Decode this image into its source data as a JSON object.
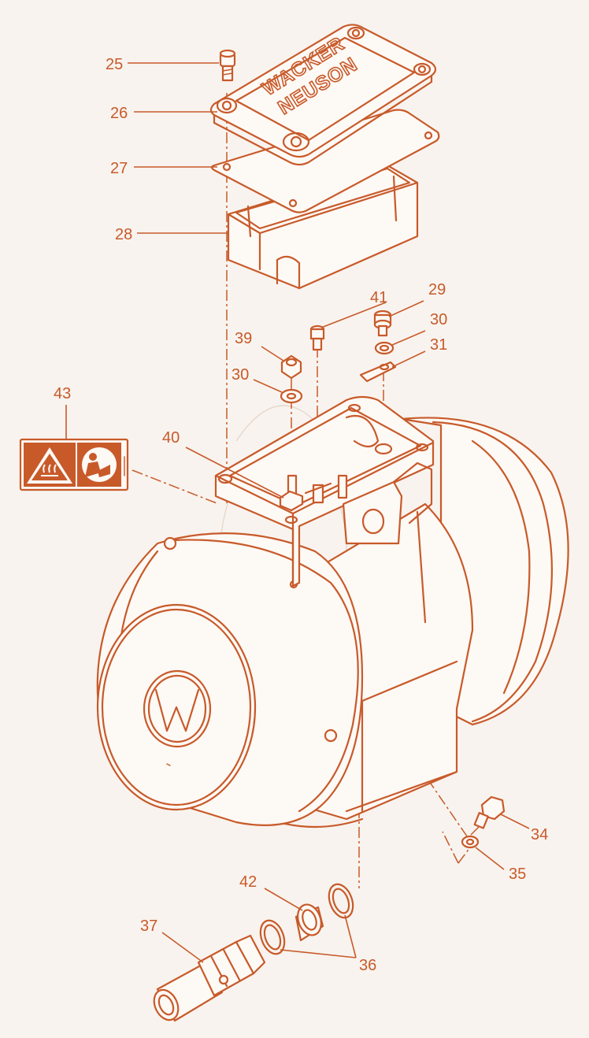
{
  "brand_plate": {
    "line1": "WACKER",
    "line2": "NEUSON"
  },
  "part_labels": {
    "p25": "25",
    "p26": "26",
    "p27": "27",
    "p28": "28",
    "p29": "29",
    "p30a": "30",
    "p30b": "30",
    "p31": "31",
    "p34": "34",
    "p35": "35",
    "p36": "36",
    "p37": "37",
    "p39": "39",
    "p40": "40",
    "p41": "41",
    "p42": "42",
    "p43": "43"
  },
  "colors": {
    "line": "#c85a2a",
    "background": "#f8f3ee",
    "decal": "#c85a2a"
  },
  "icons": [
    "hot-surface-warning-icon",
    "read-manual-icon",
    "wacker-neuson-logo-icon"
  ]
}
